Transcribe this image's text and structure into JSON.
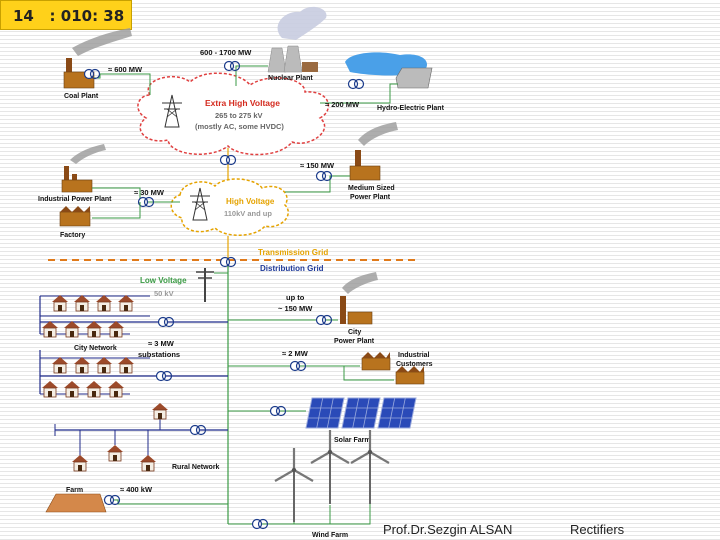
{
  "slide": {
    "badge": "14   : 010: 38",
    "footer_author": "Prof.Dr.Sezgin ALSAN",
    "footer_topic": "Rectifiers"
  },
  "colors": {
    "grid_line": "#3a9a44",
    "ehv_text": "#d42a1e",
    "hv_text": "#e5a300",
    "transmission_text": "#e5a300",
    "distribution_text": "#1f3a9a",
    "low_voltage_text": "#3a9a44",
    "network_line": "#1f2a8a",
    "divider": "#e07a1a"
  },
  "labels": {
    "coal_plant": "Coal Plant",
    "coal_mw": "≈ 600 MW",
    "nuclear_plant": "Nuclear Plant",
    "nuclear_mw": "600 - 1700 MW",
    "hydro_plant": "Hydro-Electric Plant",
    "hydro_mw": "≈ 200 MW",
    "ehv_title": "Extra High Voltage",
    "ehv_range": "265 to 275 kV",
    "ehv_note": "(mostly AC, some HVDC)",
    "industrial_power_plant": "Industrial Power Plant",
    "industrial_mw": "≈ 30 MW",
    "factory": "Factory",
    "medium_plant_line1": "Medium Sized",
    "medium_plant_line2": "Power Plant",
    "medium_mw": "≈ 150 MW",
    "hv_title": "High Voltage",
    "hv_range": "110kV and up",
    "transmission_grid": "Transmission Grid",
    "distribution_grid": "Distribution Grid",
    "low_voltage": "Low Voltage",
    "low_voltage_kv": "50 kV",
    "city_plant_mw_line1": "up to",
    "city_plant_mw_line2": "~ 150 MW",
    "city_plant_line1": "City",
    "city_plant_line2": "Power Plant",
    "substations_line1": "≈ 3  MW",
    "substations_line2": "substations",
    "city_network": "City Network",
    "industrial_customers_mw": "≈ 2  MW",
    "industrial_customers_line1": "Industrial",
    "industrial_customers_line2": "Customers",
    "solar_farm": "Solar Farm",
    "rural_network": "Rural Network",
    "farm": "Farm",
    "farm_kw": "≈ 400 kW",
    "wind_farm": "Wind Farm"
  }
}
